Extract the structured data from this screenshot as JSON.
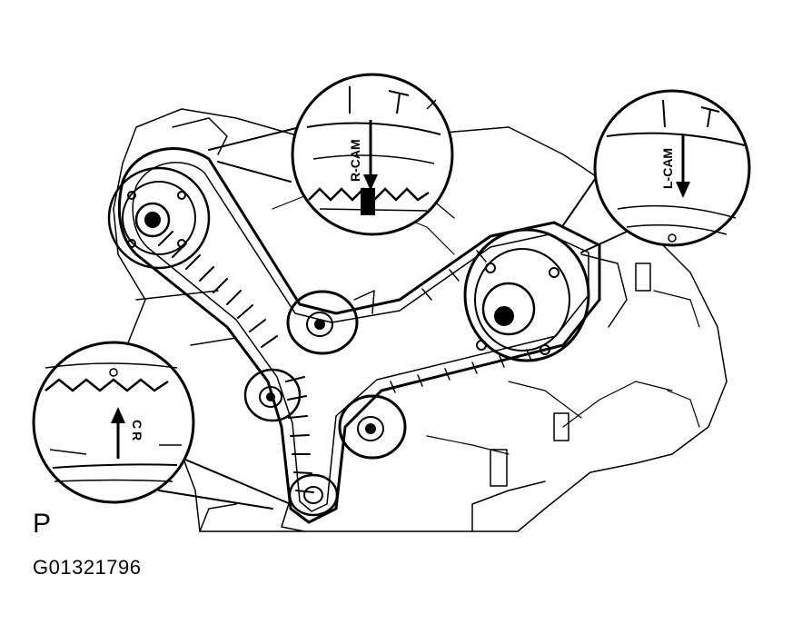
{
  "figure": {
    "corner_letter": "P",
    "figure_id": "G01321796"
  },
  "callouts": {
    "right_cam": {
      "mark": "R-CAM"
    },
    "left_cam": {
      "mark": "L-CAM"
    },
    "crank": {
      "mark": "CR"
    }
  },
  "colors": {
    "ink": "#000000",
    "paper": "#ffffff"
  },
  "icons": [
    "arrow-down-icon",
    "arrow-up-icon"
  ]
}
